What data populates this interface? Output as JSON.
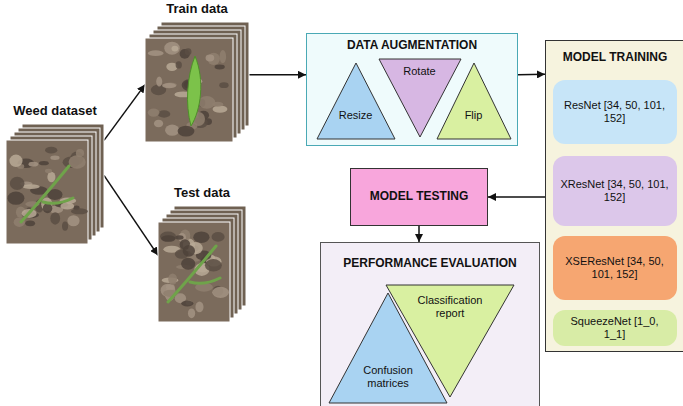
{
  "diagram": {
    "nodes": [
      {
        "text": [
          "Weed dataset"
        ]
      },
      {
        "text": [
          "Train data"
        ]
      },
      {
        "text": [
          "Test data"
        ]
      },
      {
        "text": [
          "DATA AUGMENTATION"
        ]
      },
      {
        "text": [
          "Resize"
        ],
        "in": 3
      },
      {
        "text": [
          "Rotate"
        ],
        "in": 3
      },
      {
        "text": [
          "Flip"
        ],
        "in": 3
      },
      {
        "text": [
          "MODEL TRAINING"
        ]
      },
      {
        "text": [
          "ResNet [34, 50, 101, 152]"
        ],
        "in": 7
      },
      {
        "text": [
          "XResNet [34, 50, 101, 152]"
        ],
        "in": 7
      },
      {
        "text": [
          "XSEResNet [34, 50, 101, 152]"
        ],
        "in": 7
      },
      {
        "text": [
          "SqueezeNet [1_0, 1_1]"
        ],
        "in": 7
      },
      {
        "text": [
          "MODEL TESTING"
        ]
      },
      {
        "text": [
          "PERFORMANCE EVALUATION"
        ]
      },
      {
        "text": [
          "Confusion matrices"
        ],
        "in": 13
      },
      {
        "text": [
          "Classification report"
        ],
        "in": 13
      }
    ],
    "edges": [
      {
        "from": 0,
        "to": 1,
        "arrow": "to"
      },
      {
        "from": 0,
        "to": 2,
        "arrow": "to"
      },
      {
        "from": 1,
        "to": 3,
        "arrow": "to"
      },
      {
        "from": 3,
        "to": 7,
        "arrow": "to"
      },
      {
        "from": 7,
        "to": 12,
        "arrow": "to"
      },
      {
        "from": 12,
        "to": 13,
        "arrow": "to"
      }
    ]
  }
}
